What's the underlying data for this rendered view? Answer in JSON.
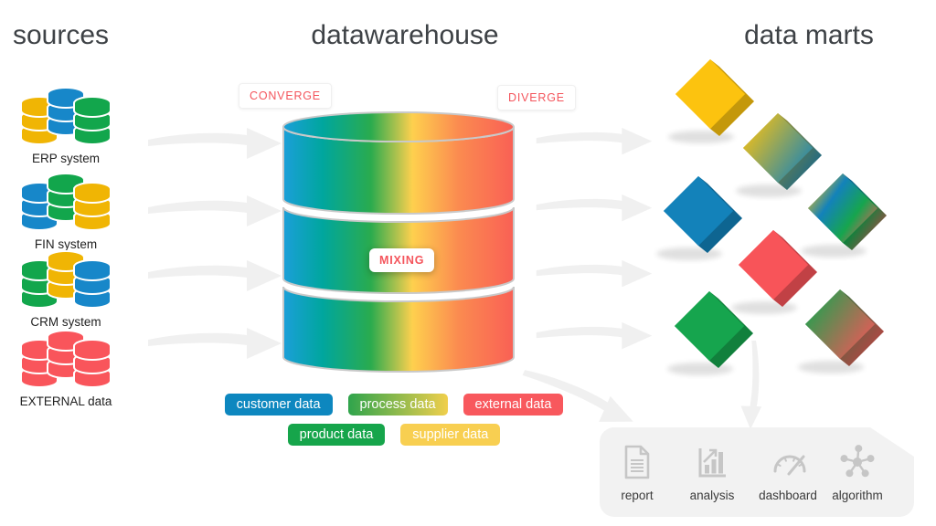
{
  "sources": {
    "title": "sources",
    "groups": [
      {
        "label": "ERP system",
        "stack_colors": [
          "#f0b504",
          "#1787c9",
          "#12a64c"
        ]
      },
      {
        "label": "FIN system",
        "stack_colors": [
          "#1787c9",
          "#12a64c",
          "#f0b504"
        ]
      },
      {
        "label": "CRM system",
        "stack_colors": [
          "#12a64c",
          "#f0b504",
          "#1787c9"
        ]
      },
      {
        "label": "EXTERNAL data",
        "stack_colors": [
          "#f9555b",
          "#f9555b",
          "#f9555b"
        ]
      }
    ]
  },
  "warehouse": {
    "title": "datawarehouse",
    "converge_label": "CONVERGE",
    "diverge_label": "DIVERGE",
    "mixing_label": "MIXING",
    "cylinder_gradient": [
      "#1b9fd9",
      "#00a69e",
      "#2aab4e",
      "#fed04e",
      "#fb8b50",
      "#f96055"
    ],
    "tags": [
      {
        "label": "customer data",
        "colors": [
          "#0d87bf"
        ],
        "row": 1
      },
      {
        "label": "process data",
        "colors": [
          "#2fa44c",
          "#f0cf4c"
        ],
        "row": 1
      },
      {
        "label": "external data",
        "colors": [
          "#f8585d"
        ],
        "row": 1
      },
      {
        "label": "product data",
        "colors": [
          "#16a54b"
        ],
        "row": 2
      },
      {
        "label": "supplier data",
        "colors": [
          "#f8cf51"
        ],
        "row": 2
      }
    ]
  },
  "marts": {
    "title": "data marts",
    "cubes": [
      {
        "name": "yellow-cube",
        "colors": [
          "#fcc30f"
        ]
      },
      {
        "name": "yellow-blue-cube",
        "colors": [
          "#fcc30f",
          "#1382ba"
        ]
      },
      {
        "name": "blue-cube",
        "colors": [
          "#1382ba"
        ]
      },
      {
        "name": "rainbow-cube",
        "colors": [
          "#fcc30f",
          "#1382ba",
          "#16a54e",
          "#f85459"
        ]
      },
      {
        "name": "red-cube",
        "colors": [
          "#f85459"
        ]
      },
      {
        "name": "green-cube",
        "colors": [
          "#16a54e"
        ]
      },
      {
        "name": "green-red-cube",
        "colors": [
          "#16a54e",
          "#f85459"
        ]
      }
    ]
  },
  "outputs": {
    "items": [
      {
        "label": "report",
        "icon": "report-icon"
      },
      {
        "label": "analysis",
        "icon": "analysis-icon"
      },
      {
        "label": "dashboard",
        "icon": "dashboard-icon"
      },
      {
        "label": "algorithm",
        "icon": "algorithm-icon"
      }
    ]
  },
  "colors": {
    "accent_red_text": "#f4555c",
    "title_text": "#3e4246",
    "arrow_gray": "#f0f0f0",
    "panel_bg": "#f2f2f2",
    "icon_gray": "#c6c6c6"
  }
}
